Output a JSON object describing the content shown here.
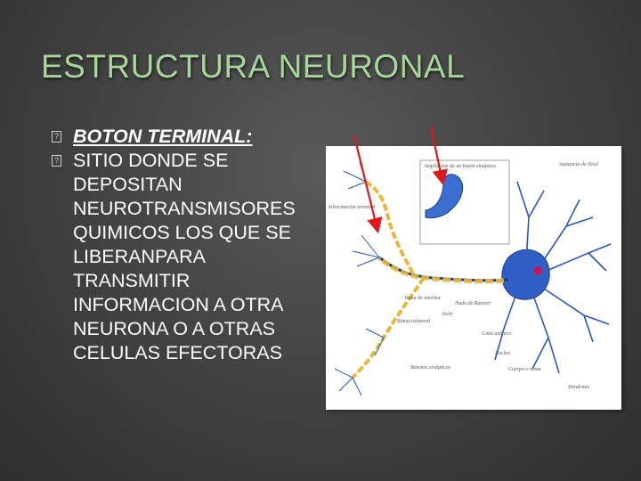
{
  "slide": {
    "title": "ESTRUCTURA NEURONAL",
    "bullet_icon": "placeholder-box-icon",
    "bullets": [
      {
        "text": "BOTON TERMINAL:",
        "style": "heading"
      },
      {
        "text": "SITIO DONDE SE DEPOSITAN NEUROTRANSMISORES QUIMICOS LOS QUE SE LIBERANPARA TRANSMITIR INFORMACION A OTRA NEURONA O A OTRAS CELULAS EFECTORAS",
        "style": "body"
      }
    ]
  },
  "figure": {
    "labels": {
      "ampliacion": "Ampliación de un botón sináptico",
      "sustancia": "Sustancia de Nissl",
      "arborizacion": "Arborización terminal",
      "vaina": "Vaina de mielina",
      "nodo": "Nodo de Ranvier",
      "axon": "Axón",
      "rama": "Rama colateral",
      "cono": "Cono axónico",
      "nucleo": "Núcleo",
      "botones": "Botones sinápticos",
      "cuerpo": "Cuerpo o soma",
      "dendritas": "Dendritas"
    }
  },
  "colors": {
    "title": "#a6d69a",
    "text": "#ffffff",
    "arrow": "#e0181b",
    "neuron": "#2a58b8",
    "myelin": "#e8b83a"
  }
}
